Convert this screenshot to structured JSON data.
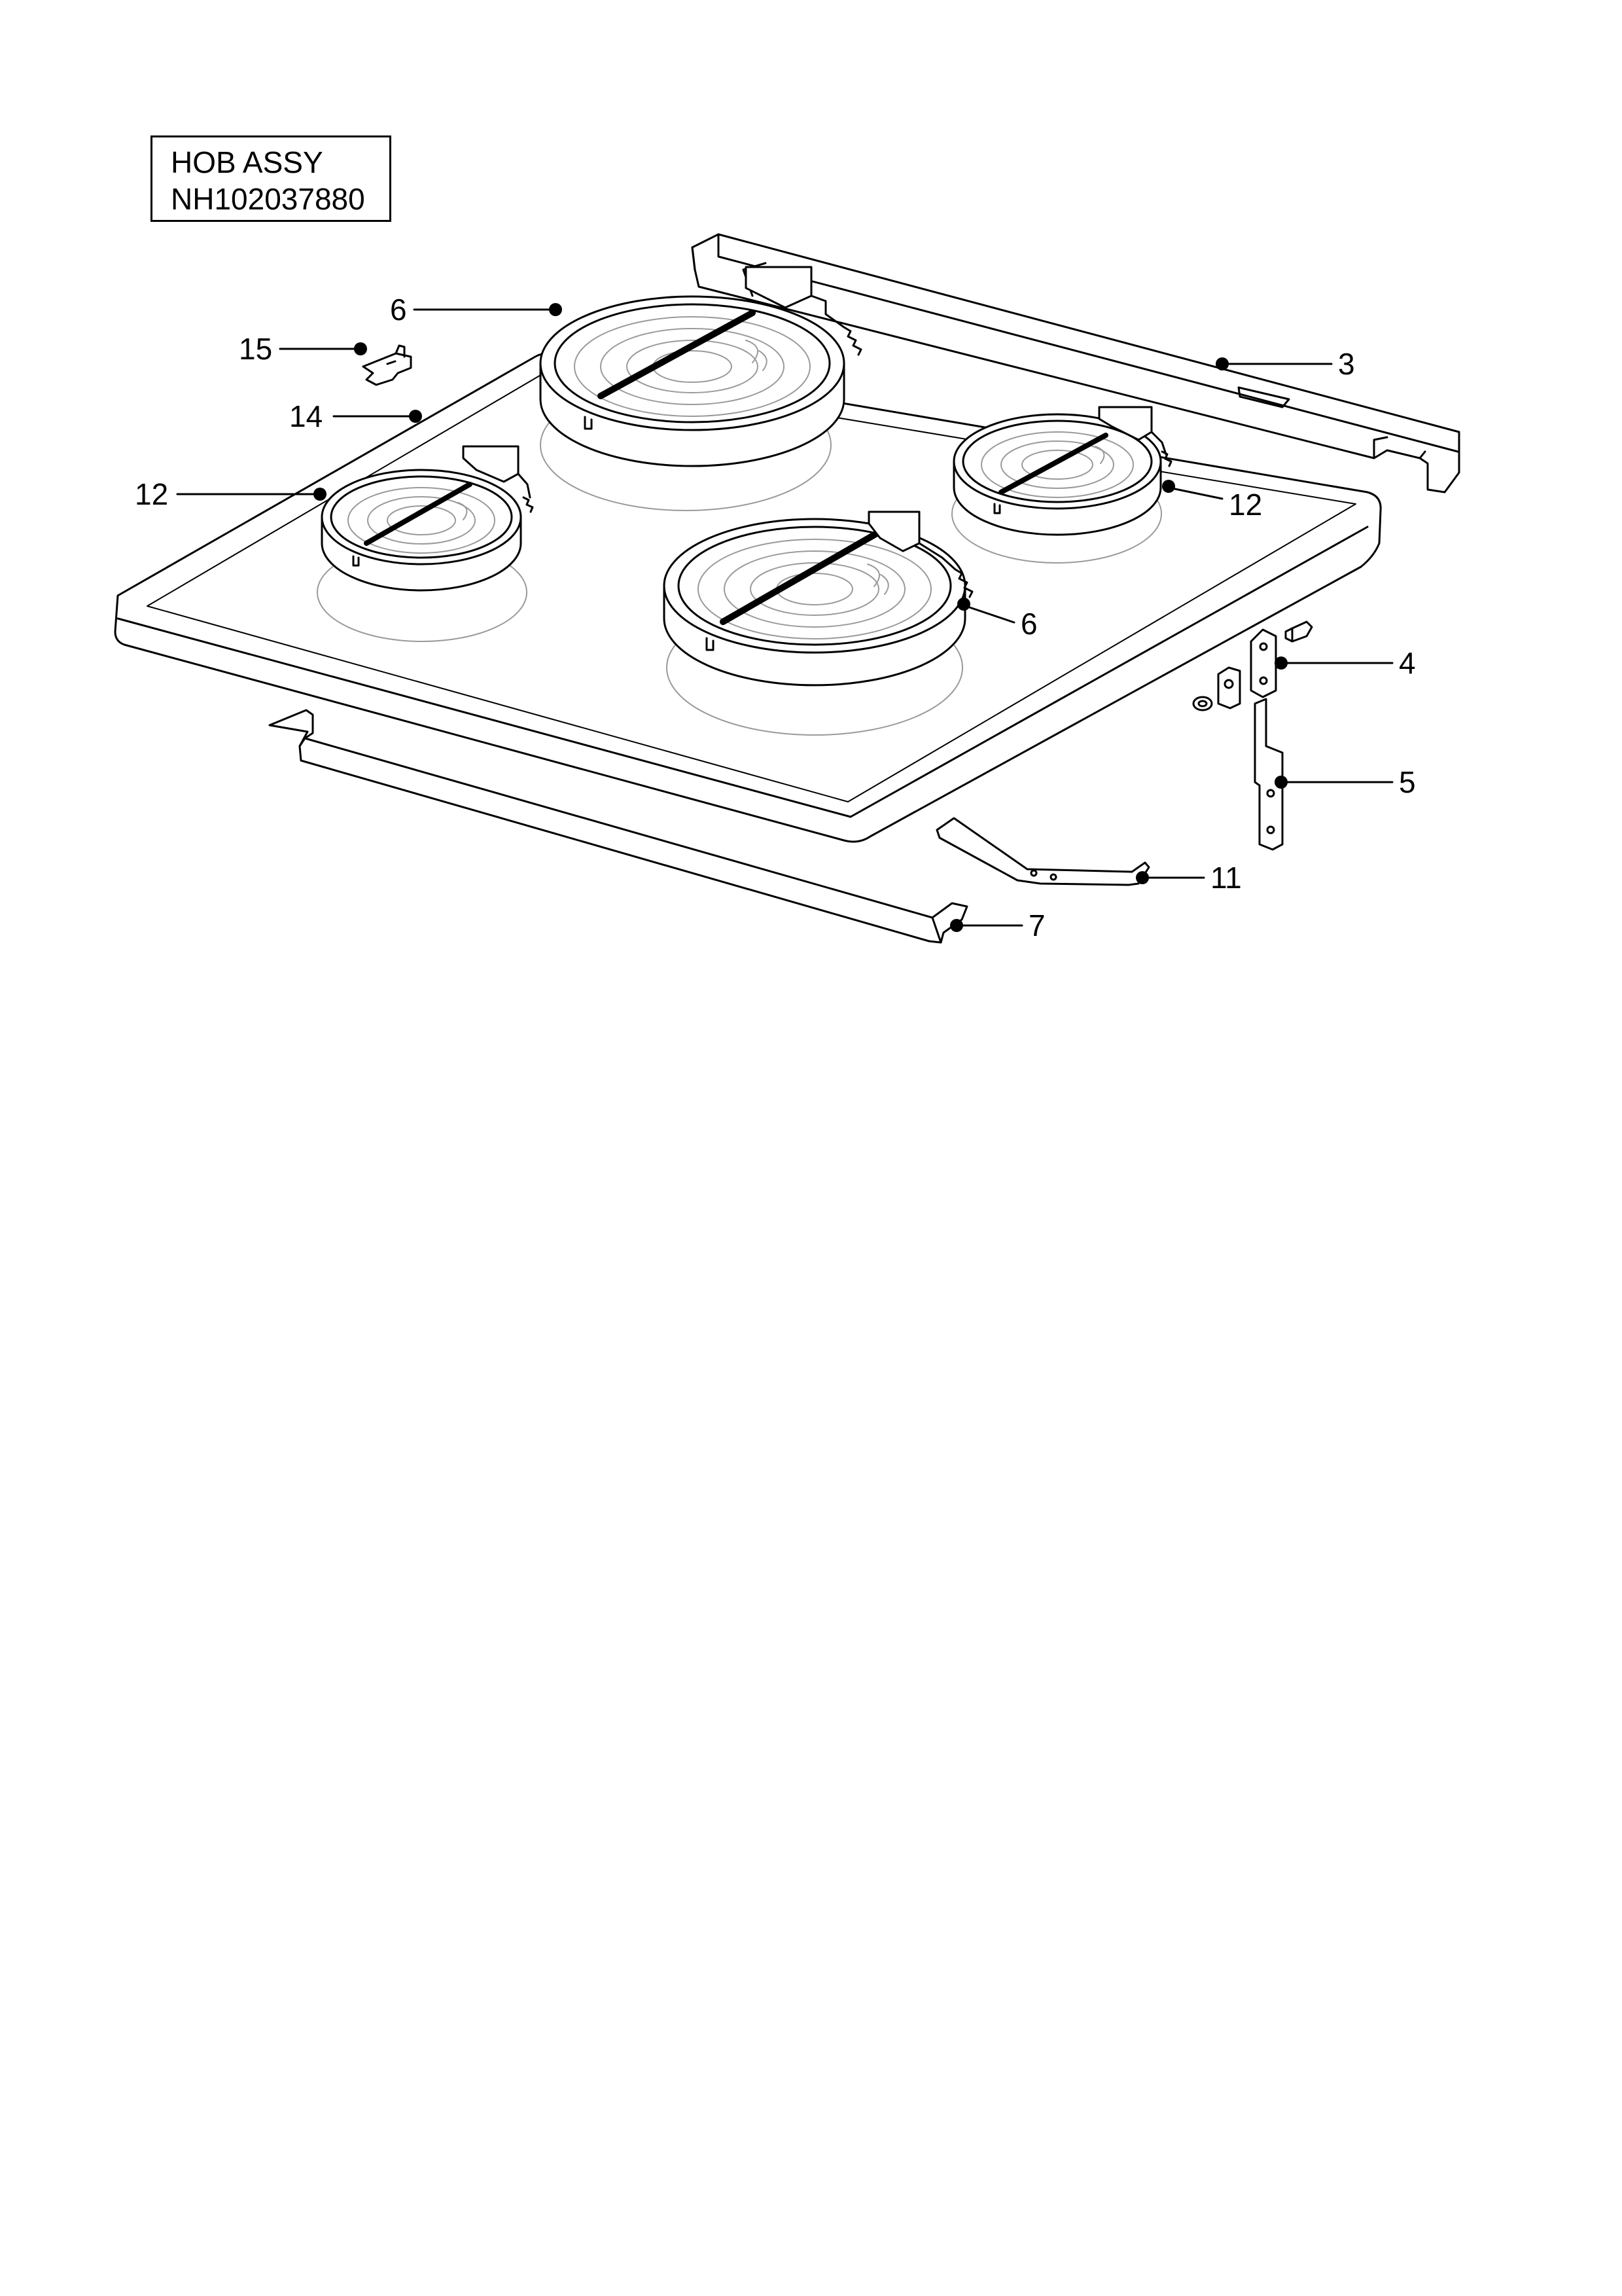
{
  "title": {
    "line1": "HOB ASSY",
    "line2": "NH102037880"
  },
  "callouts": {
    "c3": "3",
    "c4": "4",
    "c5": "5",
    "c6a": "6",
    "c6b": "6",
    "c7": "7",
    "c11": "11",
    "c12a": "12",
    "c12b": "12",
    "c14": "14",
    "c15": "15"
  },
  "colors": {
    "line": "#000000",
    "ghost": "#9a9a9a",
    "background": "#ffffff"
  }
}
